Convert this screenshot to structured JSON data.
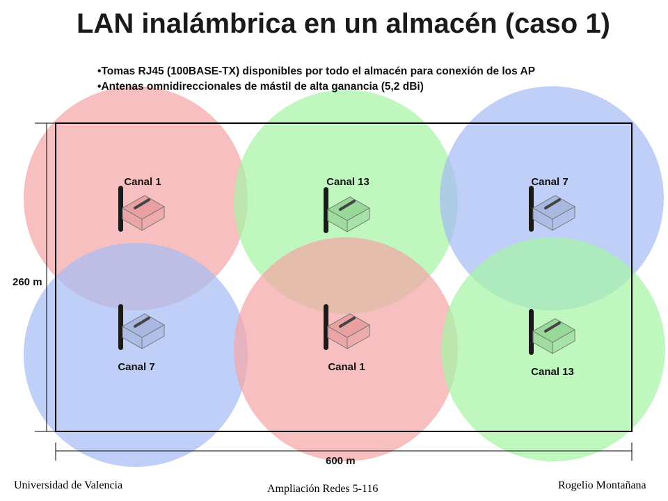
{
  "title": "LAN inalámbrica en un almacén (caso 1)",
  "bullets": [
    "Tomas RJ45 (100BASE-TX) disponibles por todo el almacén para conexión de los AP",
    "Antenas omnidireccionales de mástil de alta ganancia (5,2 dBi)"
  ],
  "dimensions": {
    "width_label": "600 m",
    "height_label": "260 m"
  },
  "access_points": [
    {
      "label": "Canal 1",
      "color": "#f4a6a6",
      "body": "#e8a0a0"
    },
    {
      "label": "Canal 13",
      "color": "#a6f4a6",
      "body": "#98d898"
    },
    {
      "label": "Canal 7",
      "color": "#a6bdf4",
      "body": "#a8b8e0"
    },
    {
      "label": "Canal 7",
      "color": "#a6bdf4",
      "body": "#a8b8e0"
    },
    {
      "label": "Canal 1",
      "color": "#f4a6a6",
      "body": "#e8a0a0"
    },
    {
      "label": "Canal 13",
      "color": "#a6f4a6",
      "body": "#98d898"
    }
  ],
  "footer": {
    "left": "Universidad de Valencia",
    "center": "Ampliación Redes 5-116",
    "right": "Rogelio Montañana"
  }
}
